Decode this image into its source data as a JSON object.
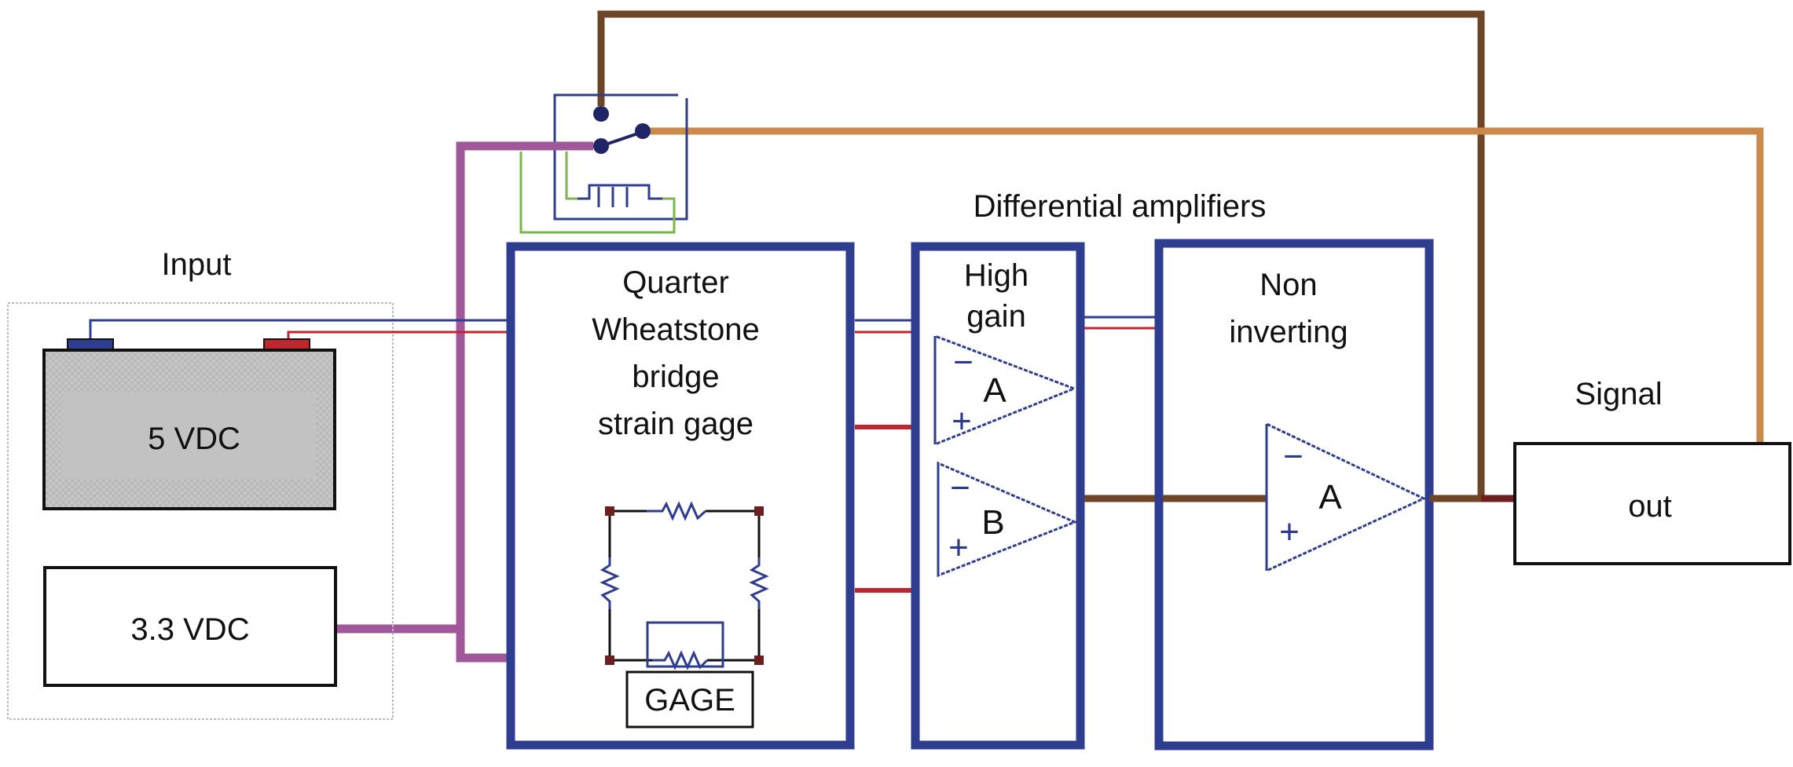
{
  "diagram": {
    "labels": {
      "input": "Input",
      "source_5v": "5 VDC",
      "source_3v3": "3.3 VDC",
      "bridge_line1": "Quarter",
      "bridge_line2": "Wheatstone",
      "bridge_line3": "bridge",
      "bridge_line4": "strain gage",
      "gage": "GAGE",
      "diff_amps": "Differential amplifiers",
      "high_gain_line1": "High",
      "high_gain_line2": "gain",
      "noninv_line1": "Non",
      "noninv_line2": "inverting",
      "signal": "Signal",
      "out": "out",
      "opamp_a": "A",
      "opamp_b": "B",
      "opamp_out": "A",
      "minus": "−",
      "plus": "+"
    },
    "colors": {
      "block_border": "#2e3d8f",
      "wire_brown": "#6e4526",
      "wire_orange": "#c98a4b",
      "wire_purple": "#a0589a",
      "wire_green": "#7ab648",
      "wire_red": "#c0262d",
      "wire_blue": "#2e3d8f",
      "node_dark": "#6b1f1f",
      "battery_fill": "#c4c4c4"
    }
  }
}
